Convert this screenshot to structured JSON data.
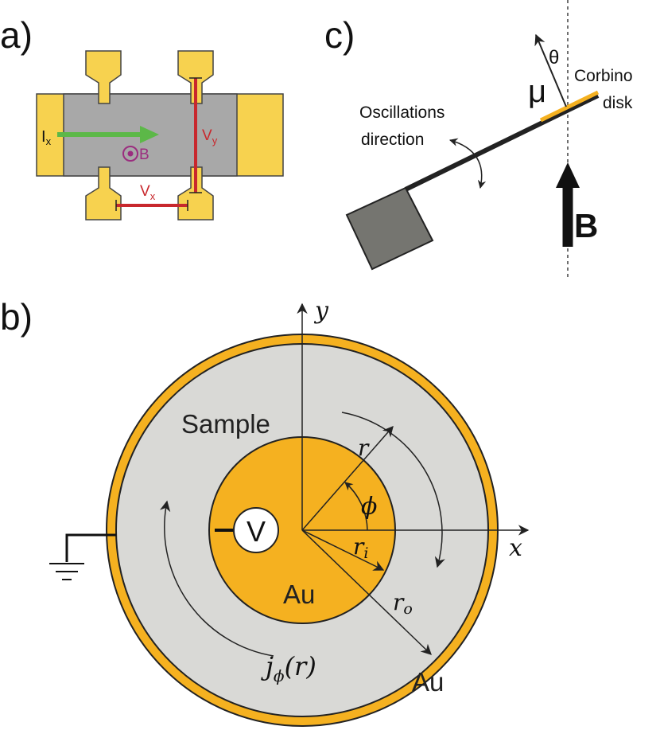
{
  "panels": {
    "a": {
      "label": "a)",
      "current_label": "I",
      "current_sub": "x",
      "field_label": "B",
      "vy_label": "V",
      "vy_sub": "y",
      "vx_label": "V",
      "vx_sub": "x"
    },
    "b": {
      "label": "b)",
      "y_axis": "y",
      "x_axis": "x",
      "sample_label": "Sample",
      "voltmeter_label": "V",
      "inner_au_label": "Au",
      "outer_au_label": "Au",
      "r_label": "r",
      "phi_label": "ϕ",
      "ri_label": "r",
      "ri_sub": "i",
      "ro_label": "r",
      "ro_sub": "o",
      "current_label_j": "j",
      "current_label_sub": "ϕ",
      "current_label_arg": "(r)"
    },
    "c": {
      "label": "c)",
      "theta_label": "θ",
      "mu_label": "μ",
      "corbino_line1": "Corbino",
      "corbino_line2": "disk",
      "osc_line1": "Oscillations",
      "osc_line2": "direction",
      "field_label": "B"
    }
  },
  "colors": {
    "gold": "#f5b120",
    "gold_light": "#f7d24f",
    "sample_gray": "#d9d9d6",
    "hall_gray": "#a8a8a8",
    "block_gray": "#757570",
    "green_arrow": "#5cb848",
    "red_wire": "#c8282d",
    "field_purple": "#9b2d7f"
  }
}
